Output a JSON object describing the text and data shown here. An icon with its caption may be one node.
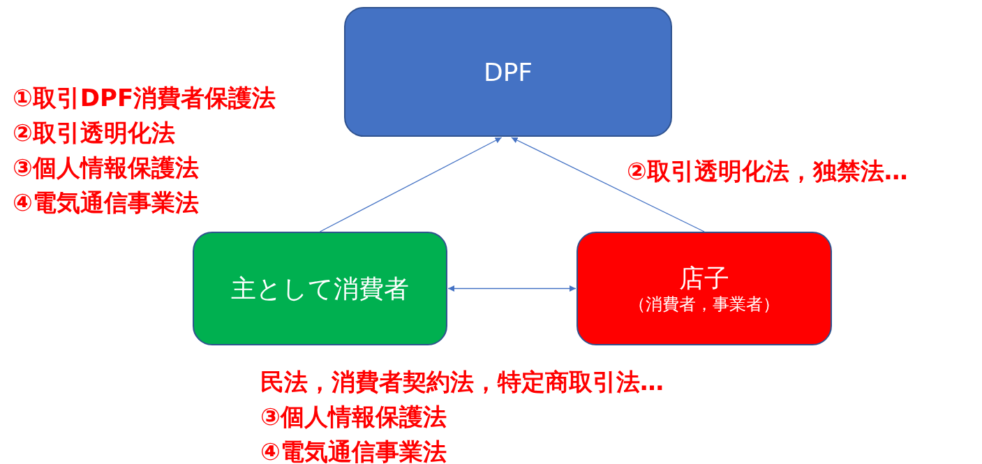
{
  "diagram": {
    "nodes": [
      {
        "text": [
          "DPF"
        ]
      },
      {
        "text": [
          "主として消費者"
        ]
      },
      {
        "text": [
          "店子",
          "（消費者，事業者）"
        ]
      }
    ],
    "edges": [
      {
        "from": 1,
        "to": 0,
        "arrow": "to"
      },
      {
        "from": 2,
        "to": 0,
        "arrow": "to"
      },
      {
        "from": 1,
        "to": 2,
        "arrow": "both"
      }
    ],
    "labels": [
      "①取引DPF消費者保護法",
      "②取引透明化法",
      "③個人情報保護法",
      "④電気通信事業法",
      "②取引透明化法，独禁法…",
      "民法，消費者契約法，特定商取引法…",
      "③個人情報保護法",
      "④電気通信事業法"
    ]
  }
}
